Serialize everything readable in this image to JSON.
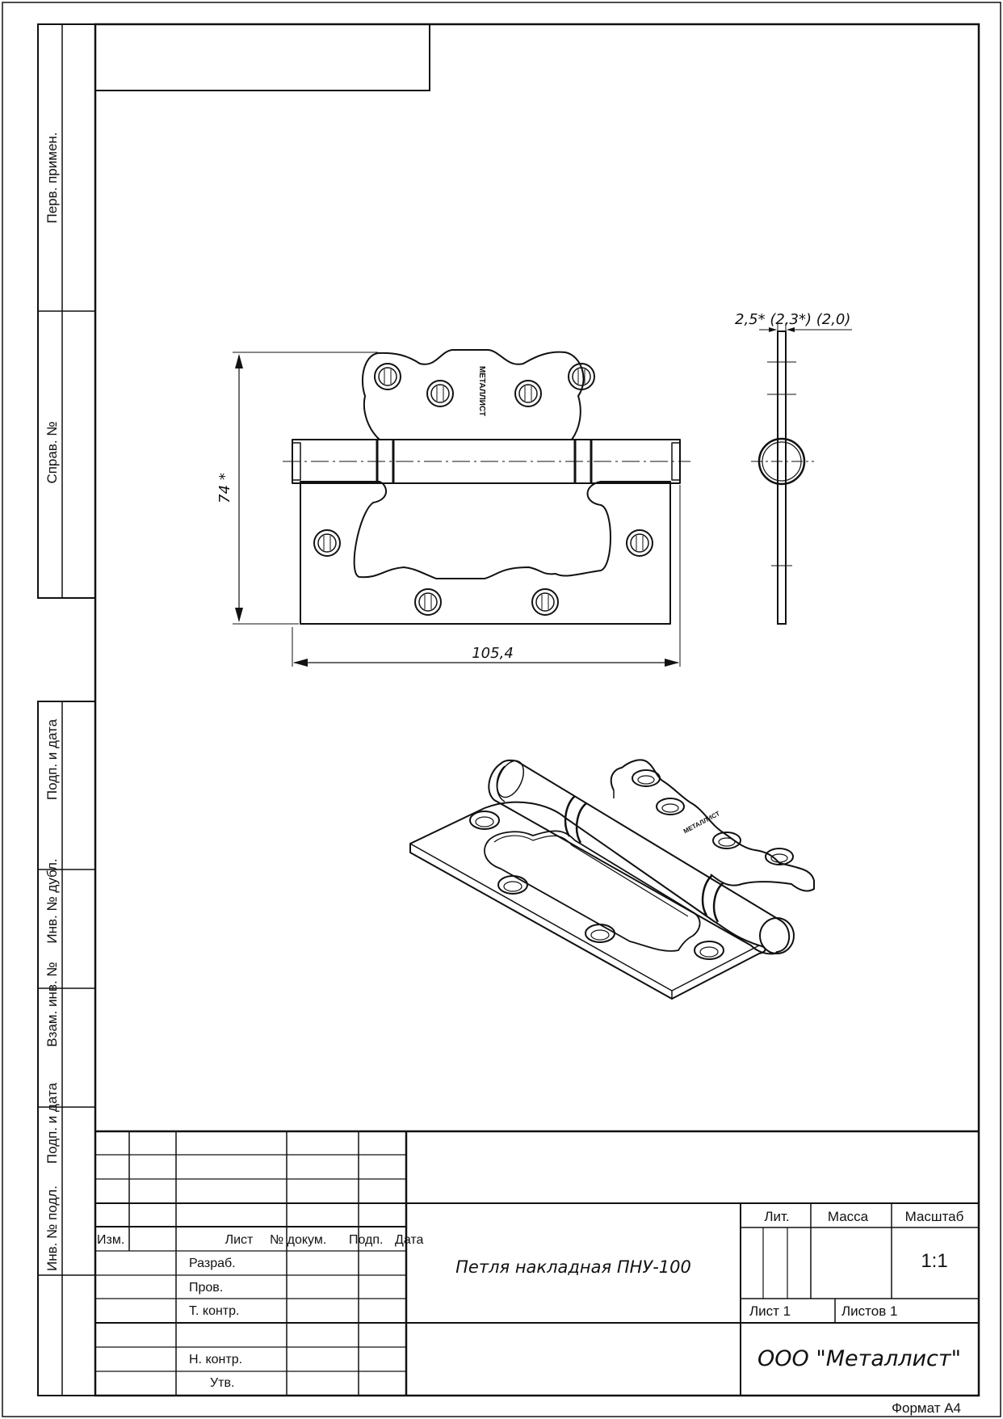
{
  "side_stamp": {
    "perv_primen": "Перв. примен.",
    "sprav_no": "Справ. №",
    "podp_data_top": "Подп. и дата",
    "inv_dubl": "Инв. № дубл.",
    "vzam_inv": "Взам. инв. №",
    "podp_data_bottom": "Подп. и дата",
    "inv_podl": "Инв. № подл."
  },
  "drawing": {
    "dim_height": "74 *",
    "dim_width": "105,4",
    "dim_thickness": "2,5* (2,3*) (2,0)",
    "brand_mark": "МЕТАЛЛИСТ"
  },
  "title_block": {
    "col_izm": "Изм.",
    "col_list": "Лист",
    "col_dokum": "№ докум.",
    "col_podp": "Подп.",
    "col_data": "Дата",
    "razrab": "Разраб.",
    "prov": "Пров.",
    "t_kontr": "Т. контр.",
    "n_kontr": "Н. контр.",
    "utv": "Утв.",
    "product_name": "Петля накладная ПНУ-100",
    "lit": "Лит.",
    "massa": "Масса",
    "masshtab": "Масштаб",
    "scale_value": "1:1",
    "sheet": "Лист 1",
    "sheets": "Листов 1",
    "company": "ООО \"Металлист\""
  },
  "format_label": "Формат А4"
}
